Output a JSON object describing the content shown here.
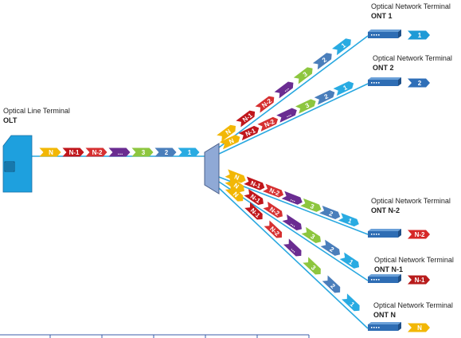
{
  "olt": {
    "title": "Optical Line Terminal",
    "name": "OLT"
  },
  "onts": [
    {
      "title": "Optical Network Terminal",
      "name": "ONT 1",
      "packet": "1",
      "packet_color": "#1f9ad6"
    },
    {
      "title": "Optical Network Terminal",
      "name": "ONT 2",
      "packet": "2",
      "packet_color": "#2f6fb8"
    },
    {
      "title": "Optical Network Terminal",
      "name": "ONT N-2",
      "packet": "N-2",
      "packet_color": "#d62828"
    },
    {
      "title": "Optical Network Terminal",
      "name": "ONT N-1",
      "packet": "N-1",
      "packet_color": "#b81c1c"
    },
    {
      "title": "Optical Network Terminal",
      "name": "ONT N",
      "packet": "N",
      "packet_color": "#f2b705"
    }
  ],
  "packet_sequence": [
    {
      "label": "N",
      "color": "#f2b705"
    },
    {
      "label": "N-1",
      "color": "#c0161b"
    },
    {
      "label": "N-2",
      "color": "#d63031"
    },
    {
      "label": "...",
      "color": "#6a2c91"
    },
    {
      "label": "3",
      "color": "#8dc63f"
    },
    {
      "label": "2",
      "color": "#4a7ebb"
    },
    {
      "label": "1",
      "color": "#29abe2"
    }
  ],
  "colors": {
    "fiber": "#29a8e0",
    "olt_body": "#1ea0de",
    "splitter": "#8fa9d6",
    "ont_body": "#2e6db4"
  }
}
